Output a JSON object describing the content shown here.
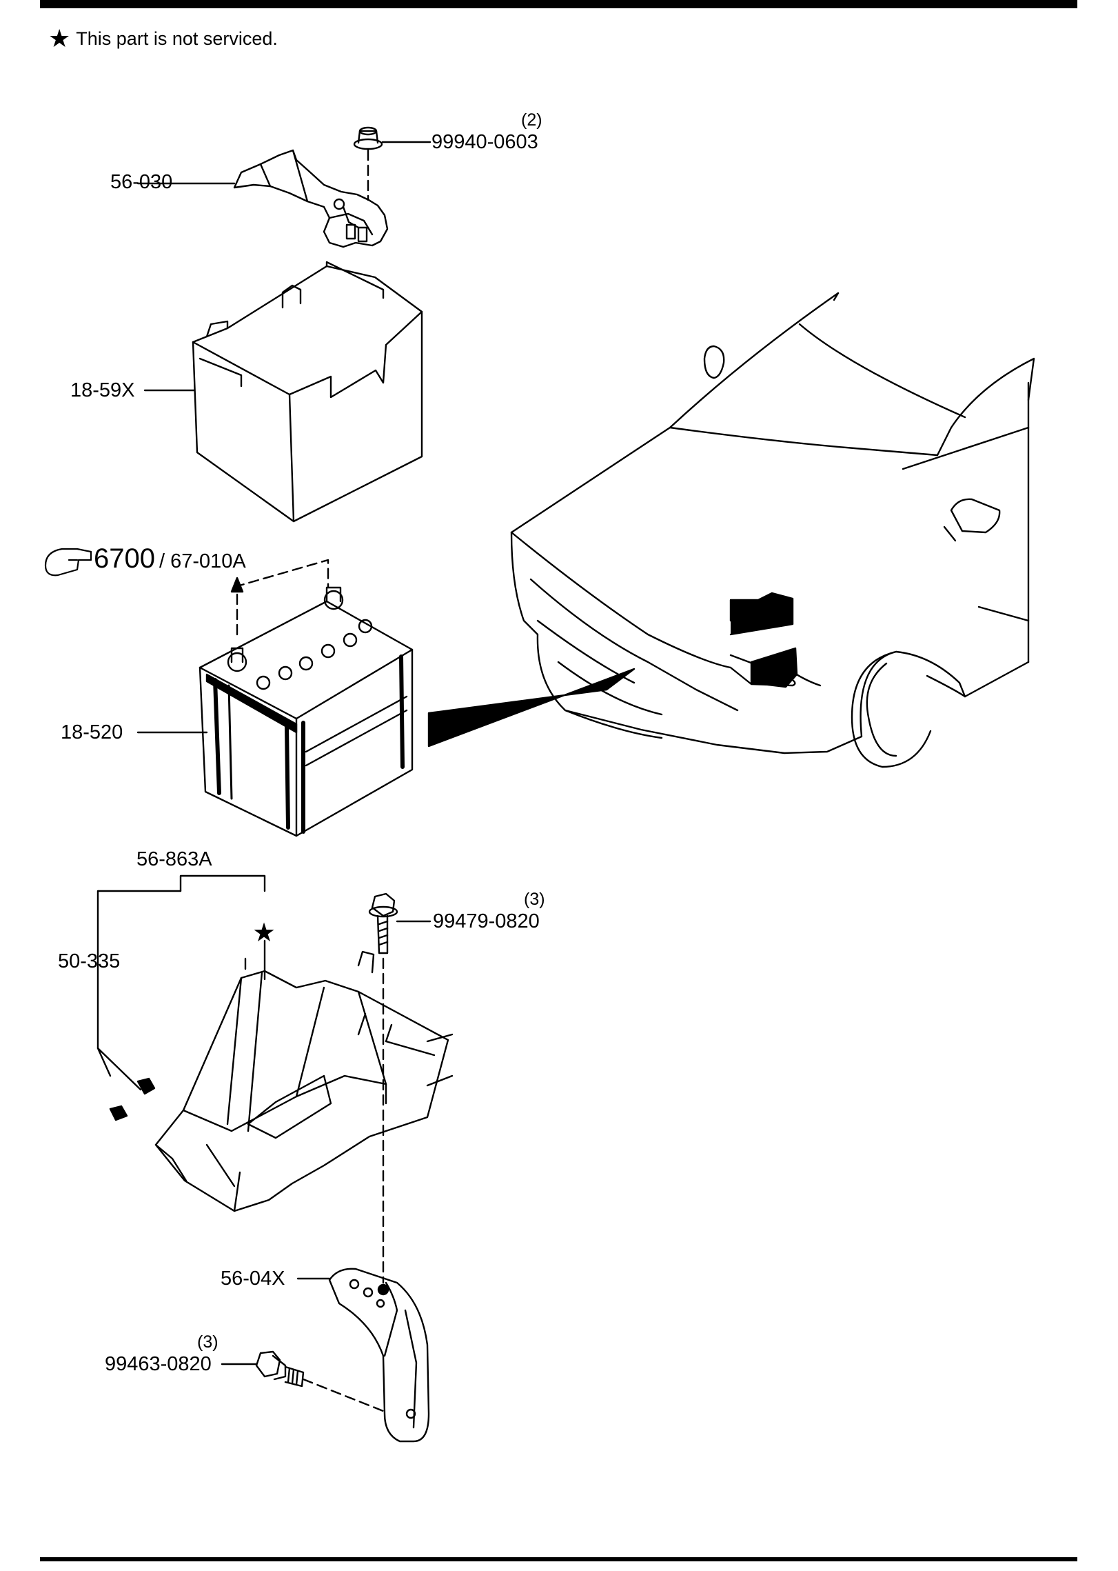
{
  "note": {
    "symbol": "★",
    "text": "This part is not serviced."
  },
  "labels": {
    "p56_030": "56-030",
    "p99940": "99940-0603",
    "p99940_qty": "(2)",
    "p18_59x": "18-59X",
    "ref_main": "6700",
    "ref_sub": "/ 67-010A",
    "p18_520": "18-520",
    "p56_863a": "56-863A",
    "p50_335": "50-335",
    "p99479": "99479-0820",
    "p99479_qty": "(3)",
    "star_mark": "★",
    "p56_04x": "56-04X",
    "p99463": "99463-0820",
    "p99463_qty": "(3)"
  },
  "icons": {
    "reference": "pointing-hand-icon",
    "not_serviced": "star-icon"
  },
  "colors": {
    "ink": "#000000",
    "paper": "#ffffff"
  }
}
